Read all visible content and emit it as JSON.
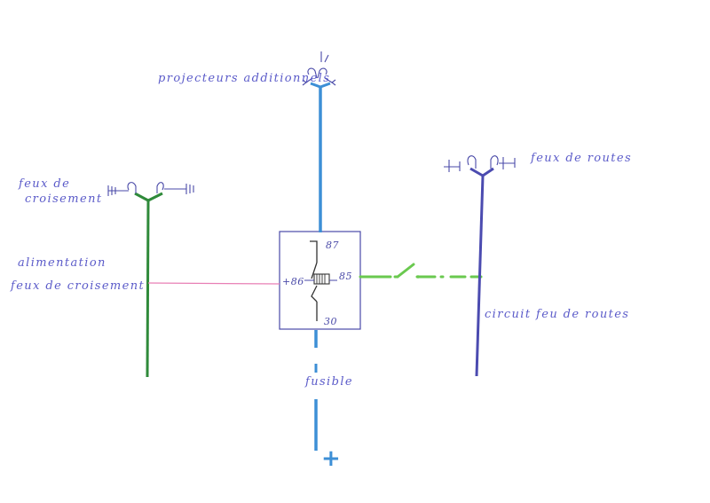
{
  "labels": {
    "projecteurs": "projecteurs additionnels",
    "feux_croisement_line1": "feux de",
    "feux_croisement_line2": "croisement",
    "alimentation_line1": "alimentation",
    "alimentation_line2": "feux de croisement",
    "feux_route": "feux de routes",
    "circuit_route": "circuit feu de routes",
    "fusible": "fusible",
    "plus": "+"
  },
  "relay": {
    "pin_87": "87",
    "pin_86": "+86",
    "pin_85": "85",
    "pin_30": "30"
  },
  "colors": {
    "supply_line": "#3d8fd6",
    "dipped_beam_line": "#2f8a3a",
    "signal_wire": "#e87fb5",
    "switch_wire": "#6ac94f",
    "main_beam_line": "#4b4bb0",
    "pen_text": "#5b5bc9"
  },
  "icons": [
    "lamp-icon",
    "ground-icon",
    "switch-icon",
    "coil-icon"
  ]
}
